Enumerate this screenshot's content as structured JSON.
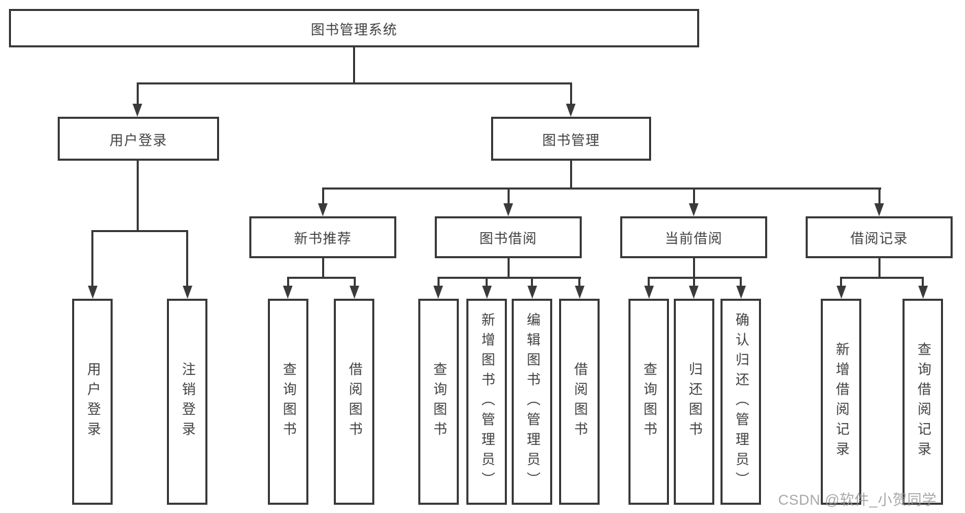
{
  "diagram": {
    "colors": {
      "line": "#3a3a3a",
      "text": "#404040",
      "background": "#ffffff"
    },
    "tree": {
      "label": "图书管理系统",
      "children": [
        {
          "label": "用户登录",
          "children": [
            {
              "label": "用户登录"
            },
            {
              "label": "注销登录"
            }
          ]
        },
        {
          "label": "图书管理",
          "children": [
            {
              "label": "新书推荐",
              "children": [
                {
                  "label": "查询图书"
                },
                {
                  "label": "借阅图书"
                }
              ]
            },
            {
              "label": "图书借阅",
              "children": [
                {
                  "label": "查询图书"
                },
                {
                  "label": "新增图书（管理员）"
                },
                {
                  "label": "编辑图书（管理员）"
                },
                {
                  "label": "借阅图书"
                }
              ]
            },
            {
              "label": "当前借阅",
              "children": [
                {
                  "label": "查询图书"
                },
                {
                  "label": "归还图书"
                },
                {
                  "label": "确认归还（管理员）"
                }
              ]
            },
            {
              "label": "借阅记录",
              "children": [
                {
                  "label": "新增借阅记录"
                },
                {
                  "label": "查询借阅记录"
                }
              ]
            }
          ]
        }
      ]
    },
    "watermark": {
      "text": "CSDN @软件_小贺同学"
    }
  }
}
